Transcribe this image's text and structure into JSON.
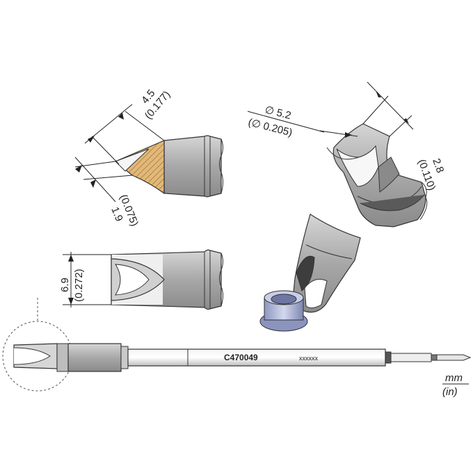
{
  "dimensions": {
    "tip_length": {
      "mm": "4.5",
      "in": "(0.177)"
    },
    "tip_thickness": {
      "mm": "1.9",
      "in": "(0.075)"
    },
    "tip_width": {
      "mm": "6.9",
      "in": "(0.272)"
    },
    "diameter": {
      "mm": "∅ 5.2",
      "in": "(∅ 0.205)"
    },
    "depth": {
      "mm": "2.8",
      "in": "(0.110)"
    }
  },
  "cartridge": {
    "model": "C470049",
    "serial": "xxxxxx"
  },
  "units": {
    "primary": "mm",
    "secondary": "(in)"
  },
  "colors": {
    "hatch": "#d9a85a",
    "metal": "#b8b8b8",
    "dark_metal": "#707070",
    "ring": "#9aa4c8"
  }
}
